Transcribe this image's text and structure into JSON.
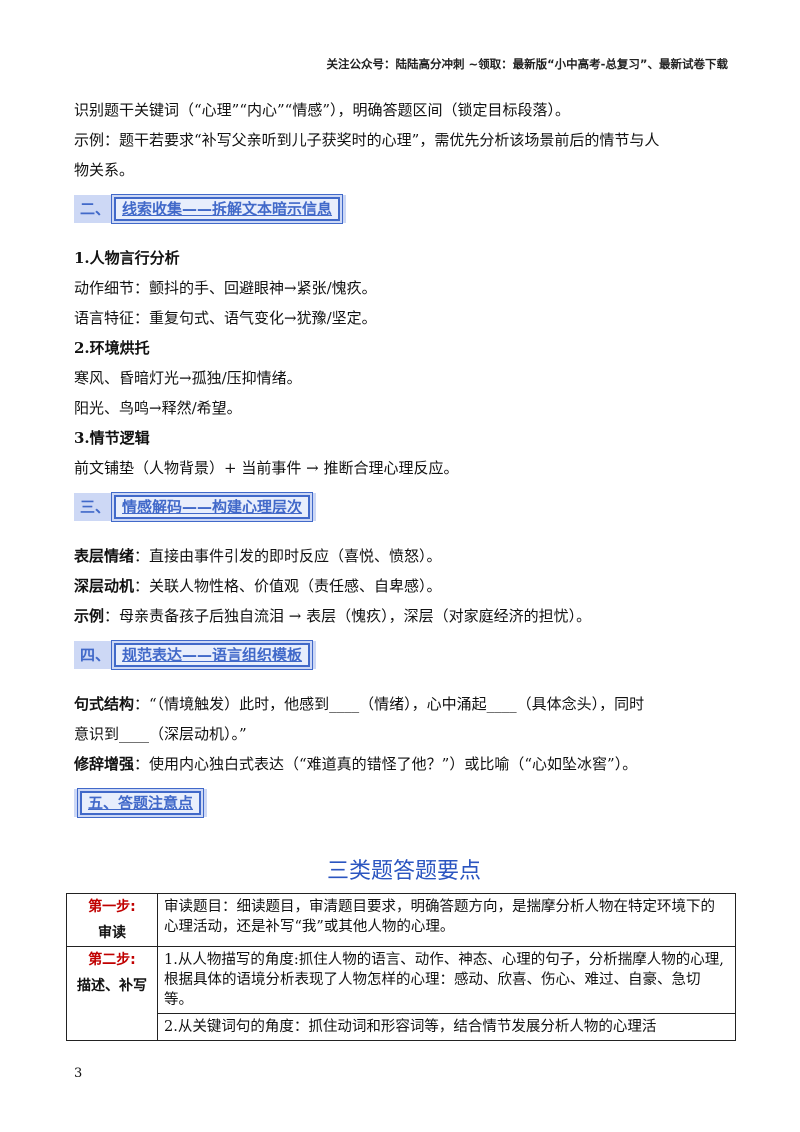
{
  "header": "关注公众号：陆陆高分冲刺 ~领取：最新版“小中高考-总复习”、最新试卷下载",
  "intro": {
    "line1": "识别题干关键词（“心理”“内心”“情感”），明确答题区间（锁定目标段落）。",
    "example_a": "示例：题干若要求“补写父亲听到儿子获奖时的心理”，需优先分析该场景前后的情节与人",
    "example_b": "物关系。"
  },
  "sections": {
    "s2": {
      "num": "二、",
      "title": "线索收集——拆解文本暗示信息"
    },
    "s3": {
      "num": "三、",
      "title": "情感解码——构建心理层次"
    },
    "s4": {
      "num": "四、",
      "title": "规范表达——语言组织模板"
    },
    "s5": {
      "title": "五、答题注意点"
    }
  },
  "clues": {
    "h1": "1.人物言行分析",
    "h1_l1": "动作细节：颤抖的手、回避眼神→紧张/愧疚。",
    "h1_l2": "语言特征：重复句式、语气变化→犹豫/坚定。",
    "h2": "2.环境烘托",
    "h2_l1": "寒风、昏暗灯光→孤独/压抑情绪。",
    "h2_l2": "阳光、鸟鸣→释然/希望。",
    "h3": "3.情节逻辑",
    "h3_l1": "前文铺垫（人物背景）+ 当前事件 → 推断合理心理反应。"
  },
  "emotion": {
    "l1_lead": "表层情绪",
    "l1_text": "：直接由事件引发的即时反应（喜悦、愤怒）。",
    "l2_lead": "深层动机",
    "l2_text": "：关联人物性格、价值观（责任感、自卑感）。",
    "l3_lead": "示例",
    "l3_text": "：母亲责备孩子后独自流泪 → 表层（愧疚），深层（对家庭经济的担忧）。"
  },
  "express": {
    "l1_lead": "句式结构",
    "l1_text": "：“（情境触发）此时，他感到____（情绪），心中涌起____（具体念头），同时",
    "l1_cont": "意识到____（深层动机）。”",
    "l2_lead": "修辞增强",
    "l2_text": "：使用内心独白式表达（“难道真的错怪了他？”）或比喻（“心如坠冰窖”）。"
  },
  "table_title": "三类题答题要点",
  "steps": [
    {
      "name": "第一步:",
      "sub": "审读",
      "text": "审读题目：细读题目，审清题目要求，明确答题方向，是揣摩分析人物在特定环境下的心理活动，还是补写“我”或其他人物的心理。"
    },
    {
      "name": "第二步:",
      "sub": "描述、补写",
      "text": "1.从人物描写的角度:抓住人物的语言、动作、神态、心理的句子，分析揣摩人物的心理,根据具体的语境分析表现了人物怎样的心理：感动、欣喜、伤心、难过、自豪、急切等。"
    },
    {
      "text": "2.从关键词句的角度：抓住动词和形容词等，结合情节发展分析人物的心理活"
    }
  ],
  "page_number": "3"
}
